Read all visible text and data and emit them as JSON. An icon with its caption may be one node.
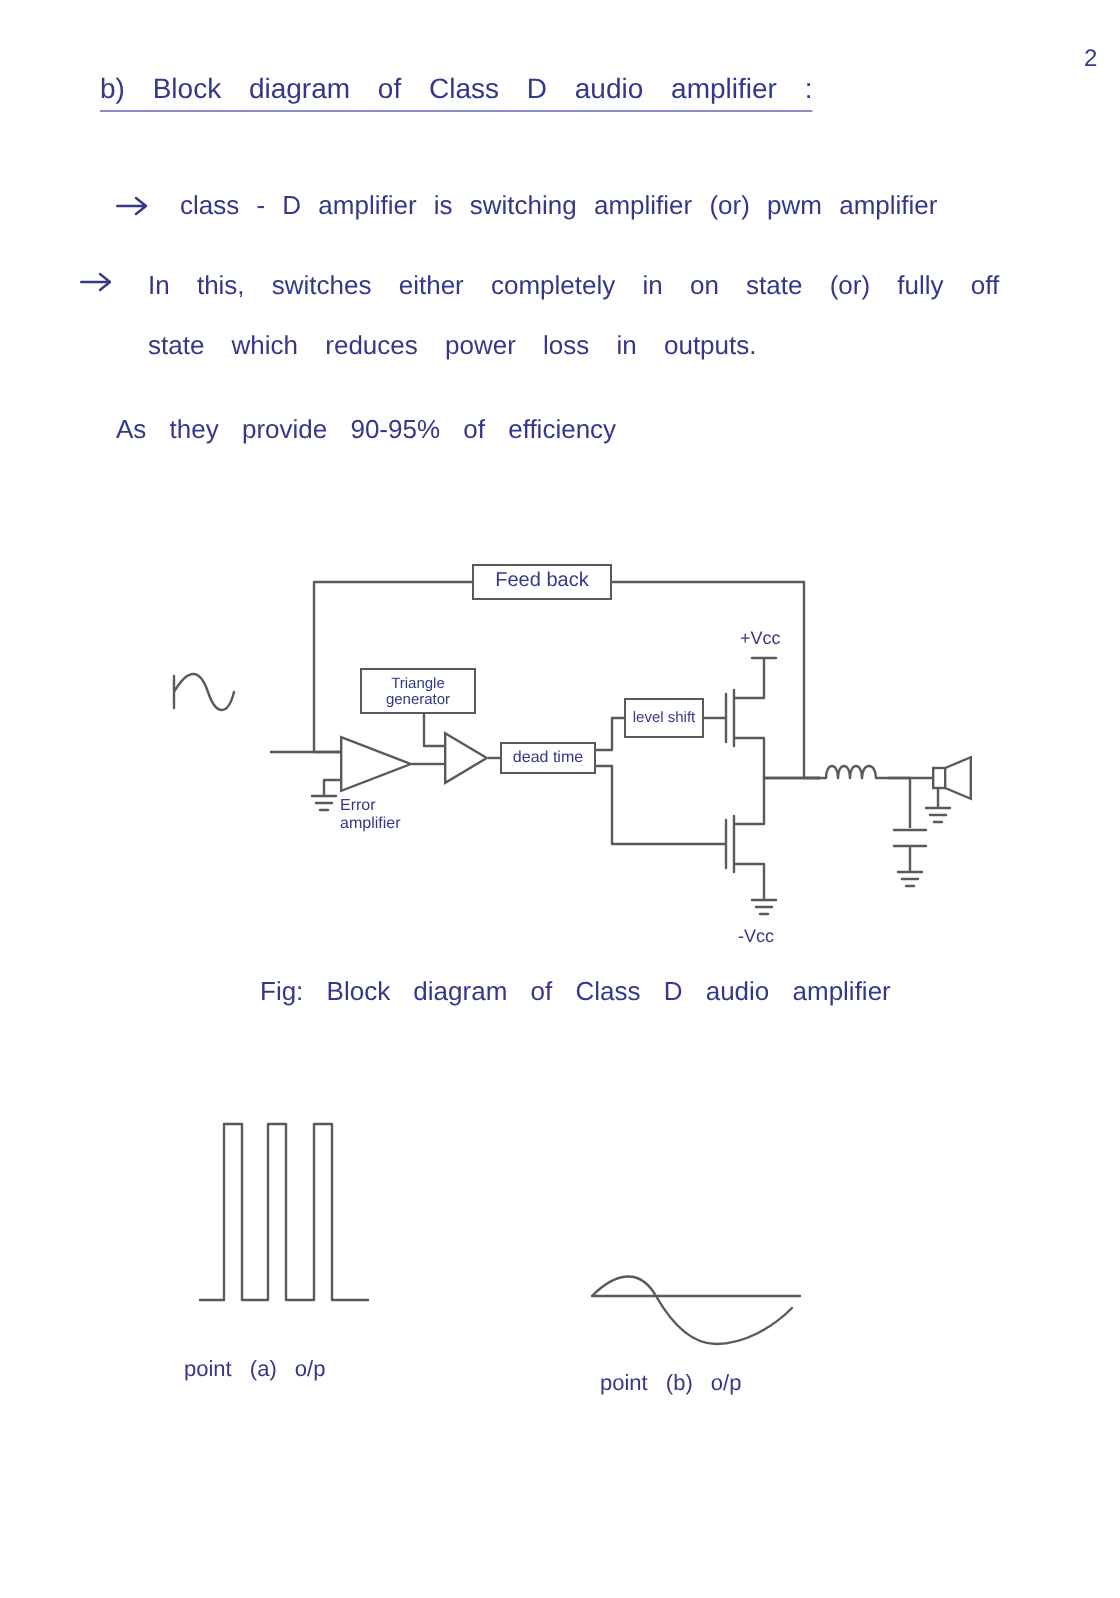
{
  "diagram": {
    "title": "b) Block diagram of Class D audio amplifier :",
    "caption": "Fig: Block diagram of Class D audio amplifier",
    "nodes": [
      {
        "text": [
          "Feed back"
        ]
      },
      {
        "text": [
          "Triangle generator"
        ]
      },
      {
        "text": [
          "Error amplifier"
        ]
      },
      {
        "text": [],
        "shape": "triangle"
      },
      {
        "text": [
          "dead time"
        ]
      },
      {
        "text": [
          "level shift"
        ]
      },
      {
        "text": [],
        "shape": "transistor"
      },
      {
        "text": [],
        "shape": "transistor"
      },
      {
        "text": [],
        "shape": "inductor"
      },
      {
        "text": [],
        "shape": "speaker"
      },
      {
        "text": [],
        "shape": "capacitor"
      }
    ],
    "edges": [
      {
        "from": null,
        "to": 2,
        "arrow": "none"
      },
      {
        "from": 0,
        "to": 2,
        "arrow": "none"
      },
      {
        "from": 2,
        "to": 3,
        "arrow": "none"
      },
      {
        "from": 1,
        "to": 3,
        "arrow": "none"
      },
      {
        "from": 3,
        "to": 4,
        "arrow": "none"
      },
      {
        "from": 4,
        "to": 5,
        "arrow": "none"
      },
      {
        "from": 4,
        "to": 7,
        "arrow": "none"
      },
      {
        "from": 5,
        "to": 6,
        "arrow": "none"
      },
      {
        "from": 6,
        "to": 8,
        "arrow": "none"
      },
      {
        "from": 7,
        "to": 8,
        "arrow": "none"
      },
      {
        "from": 8,
        "to": 0,
        "arrow": "none"
      },
      {
        "from": 8,
        "to": 9,
        "arrow": "none"
      },
      {
        "from": 8,
        "to": 10,
        "arrow": "none"
      }
    ],
    "labels": [
      "2",
      "class - D amplifier is switching amplifier (or) pwm amplifier",
      "In this, switches either completely in on state (or) fully off state which reduces power loss in outputs.",
      "As they provide 90-95% of efficiency",
      "+Vcc",
      "-Vcc",
      "point (a) o/p",
      "point (b) o/p"
    ]
  }
}
